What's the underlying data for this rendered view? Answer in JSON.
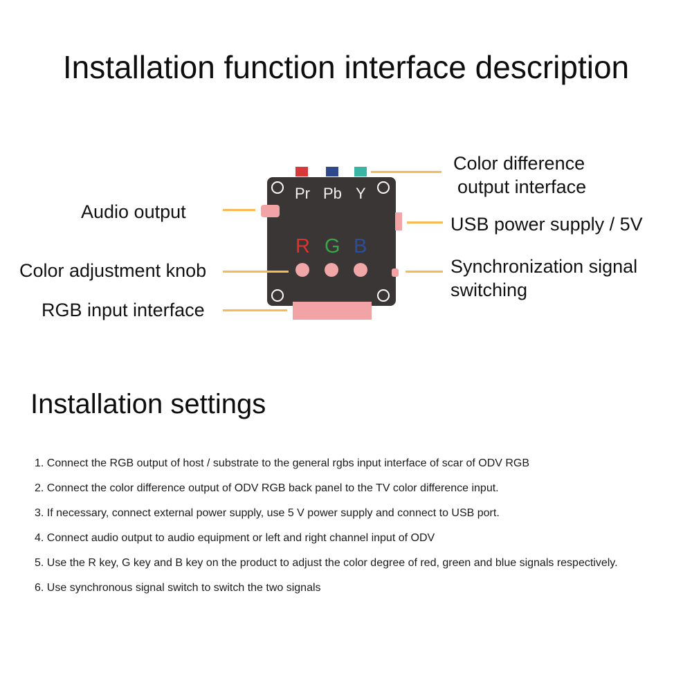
{
  "title": "Installation function interface description",
  "labels": {
    "color_difference_line1": "Color difference",
    "color_difference_line2": "output interface",
    "audio_output": "Audio output",
    "usb_power": "USB power supply / 5V",
    "color_knob": "Color adjustment knob",
    "sync_line1": "Synchronization signal",
    "sync_line2": "switching",
    "rgb_input": "RGB input interface"
  },
  "board": {
    "pr": "Pr",
    "pb": "Pb",
    "y": "Y",
    "r": "R",
    "g": "G",
    "b": "B"
  },
  "colors": {
    "leader": "#f7b955",
    "board": "#3a3635",
    "pr_connector": "#d8393a",
    "pb_connector": "#2f4a8c",
    "y_connector": "#3ab5a3",
    "r_text": "#e0312f",
    "g_text": "#3aa64a",
    "b_text": "#2c4d9c",
    "pink": "#f2a3a5"
  },
  "settings_heading": "Installation settings",
  "steps": [
    "1. Connect the RGB output of host / substrate to the general rgbs input interface of scar of ODV RGB",
    "2. Connect the color difference output of ODV RGB back panel to the TV color difference input.",
    "3. If necessary, connect external power supply, use 5 V power supply and connect to USB port.",
    "4. Connect audio output to audio equipment or left and right channel input of ODV",
    "5. Use the R key, G key and B key on the product to adjust the color degree of red, green and blue signals respectively.",
    "6. Use synchronous signal switch to switch the two signals"
  ]
}
